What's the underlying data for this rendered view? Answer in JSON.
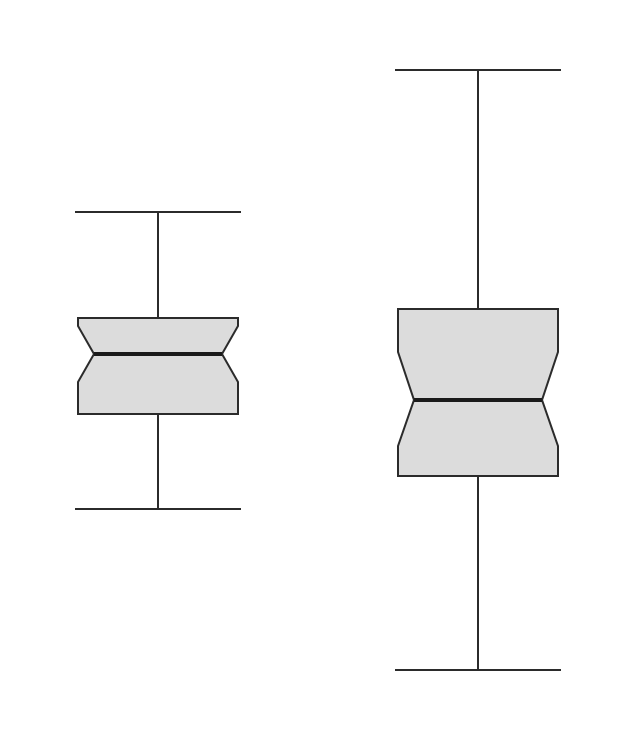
{
  "chart_data": {
    "type": "boxplot",
    "title": "",
    "xlabel": "",
    "ylabel": "",
    "ylim": [
      0,
      748
    ],
    "axes_visible": false,
    "grid": false,
    "colors": {
      "box_fill": "#dcdcdc",
      "line": "#2b2b2b",
      "median": "#1a1a1a",
      "background": "#ffffff"
    },
    "boxes": [
      {
        "whisker_low": 239,
        "q1": 334,
        "notch_low": 366,
        "median": 394,
        "notch_high": 422,
        "q3": 430,
        "whisker_high": 536
      },
      {
        "whisker_low": 78,
        "q1": 272,
        "notch_low": 302,
        "median": 348,
        "notch_high": 396,
        "q3": 439,
        "whisker_high": 678
      }
    ]
  }
}
